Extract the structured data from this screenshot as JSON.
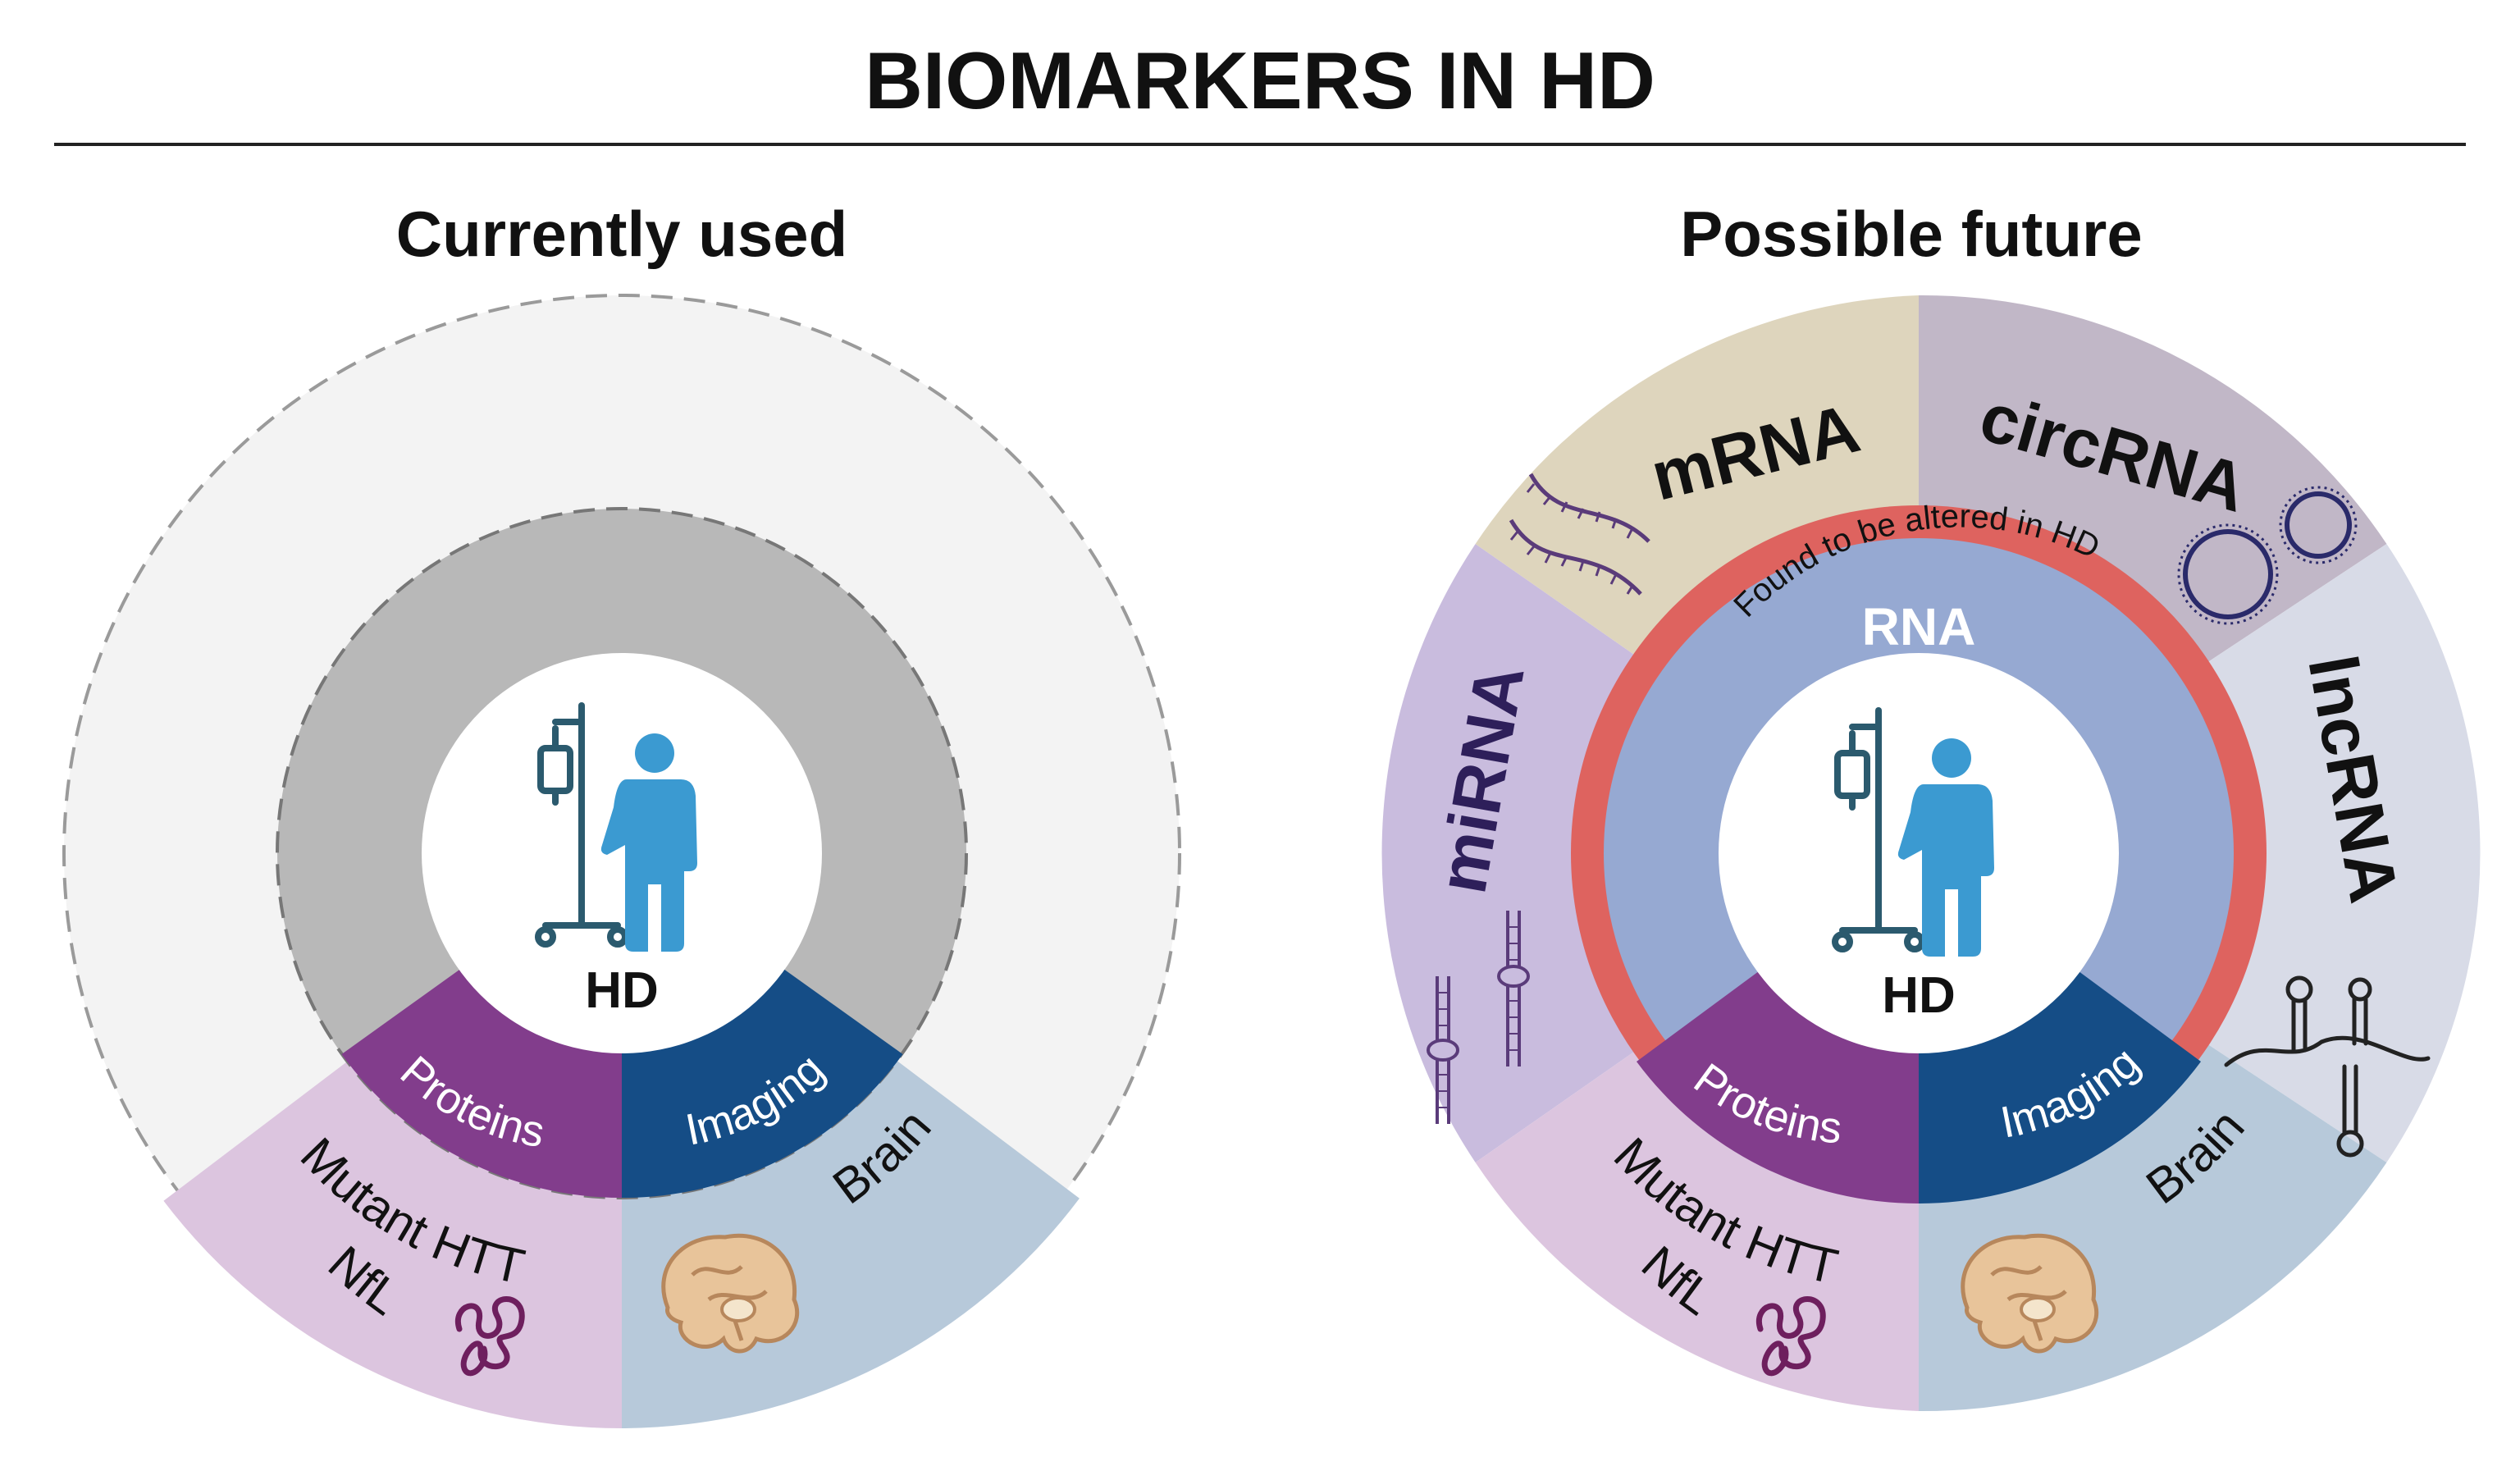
{
  "title": "BIOMARKERS IN HD",
  "colors": {
    "proteins": "#823d8c",
    "imaging": "#154d86",
    "mutant_htt_bg": "#dcc5df",
    "brain_bg": "#b7c9da",
    "gray_ring": "#b8b8b8",
    "outer_empty": "#f3f3f3",
    "rna_ring": "#96a9d2",
    "found_ring": "#de635f",
    "mrna": "#ded5bd",
    "circrna": "#c1b7c7",
    "lncrna": "#d8dbe7",
    "mirna": "#c9bcde",
    "patient": "#3b9ad1",
    "iv_pole": "#2b5a6e"
  },
  "panels": {
    "current": {
      "heading": "Currently used",
      "center_label": "HD",
      "proteins_label": "Proteins",
      "imaging_label": "Imaging",
      "mutant_label": "Mutant HTT",
      "nfl_label": "NfL",
      "brain_label": "Brain"
    },
    "future": {
      "heading": "Possible future",
      "center_label": "HD",
      "proteins_label": "Proteins",
      "imaging_label": "Imaging",
      "mutant_label": "Mutant HTT",
      "nfl_label": "NfL",
      "brain_label": "Brain",
      "rna_label": "RNA",
      "found_label": "Found to be altered in HD",
      "mrna_label": "mRNA",
      "circrna_label": "circRNA",
      "lncrna_label": "lncRNA",
      "mirna_label": "miRNA"
    }
  },
  "icons": [
    "patient-icon",
    "iv-pole-icon",
    "brain-icon",
    "protein-squiggle-icon",
    "mrna-strand-icon",
    "circrna-circle-icon",
    "lncrna-hairpin-icon",
    "mirna-hairpin-icon"
  ]
}
